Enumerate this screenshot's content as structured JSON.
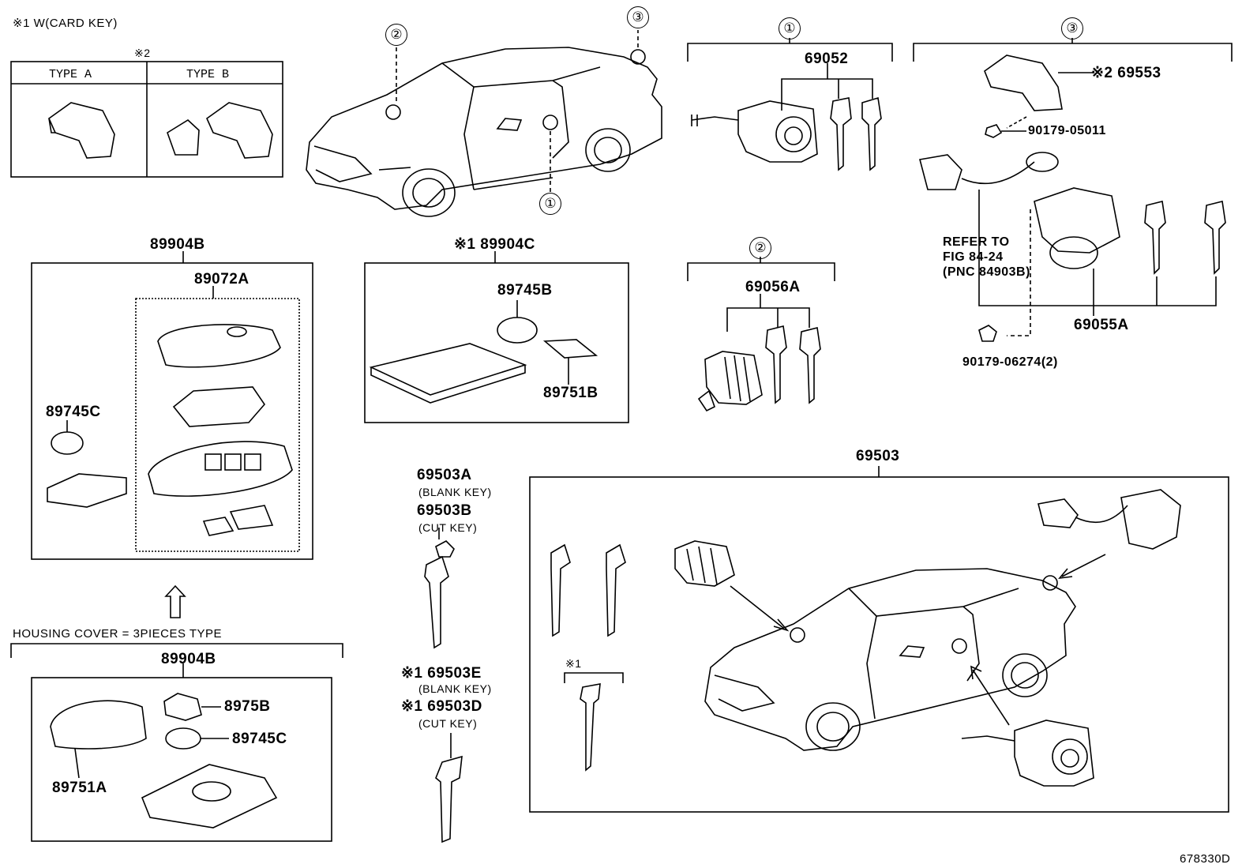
{
  "notes": {
    "card_key_note": "※1 W(CARD KEY)",
    "note2_mark": "※2",
    "type_a": "TYPE  A",
    "type_b": "TYPE  B",
    "housing_cover_note": "HOUSING COVER = 3PIECES TYPE",
    "fig_ref_line1": "REFER TO",
    "fig_ref_line2": "FIG 84-24",
    "fig_ref_line3": "(PNC 84903B)",
    "diagram_id": "678330D"
  },
  "callouts": {
    "c1": "①",
    "c2": "②",
    "c3": "③"
  },
  "parts": {
    "p69052": "69052",
    "p69553": "※2 69553",
    "p90179_05011": "90179-05011",
    "p69055A": "69055A",
    "p90179_06274": "90179-06274(2)",
    "p69056A": "69056A",
    "p89904B_top": "89904B",
    "p89072A": "89072A",
    "p89745C_left": "89745C",
    "p89904C": "※1 89904C",
    "p89745B": "89745B",
    "p89751B": "89751B",
    "p69503A": "69503A",
    "blank_key_1": "(BLANK KEY)",
    "p69503B": "69503B",
    "cut_key_1": "(CUT KEY)",
    "p69503E": "※1 69503E",
    "blank_key_2": "(BLANK KEY)",
    "p69503D": "※1 69503D",
    "cut_key_2": "(CUT KEY)",
    "note1_small": "※1",
    "p69503": "69503",
    "p89904B_bottom": "89904B",
    "p8975B": "8975B",
    "p89745C_bottom": "89745C",
    "p89751A": "89751A"
  }
}
